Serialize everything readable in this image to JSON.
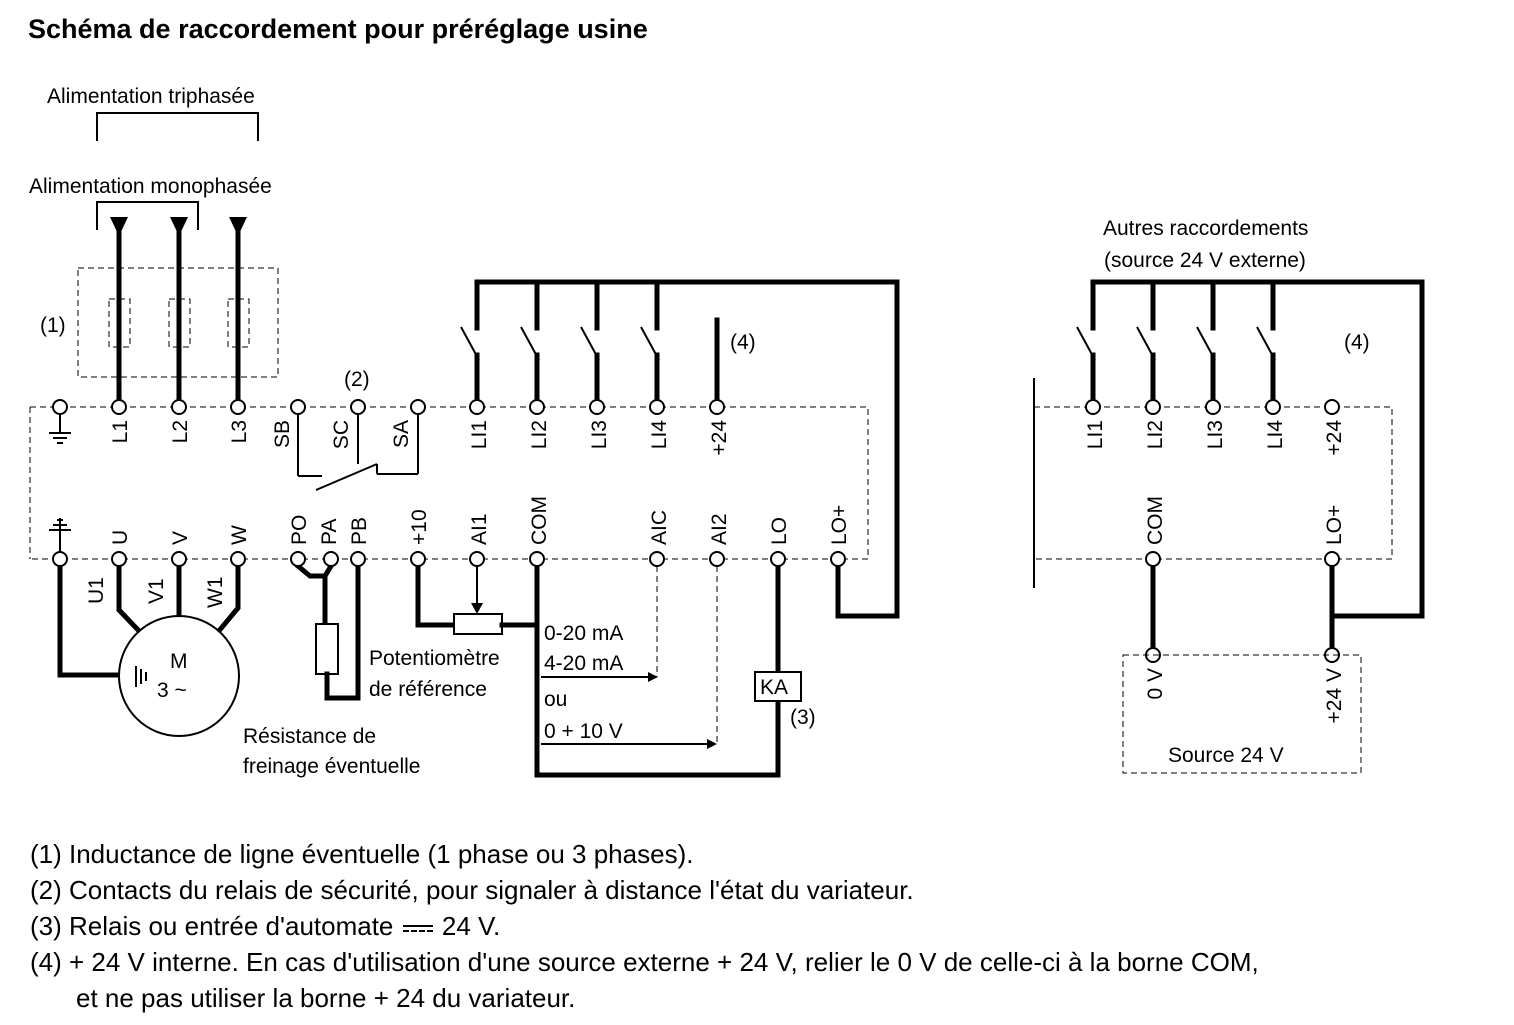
{
  "title": "Schéma de raccordement pour préréglage usine",
  "labels": {
    "three_phase": "Alimentation triphasée",
    "single_phase": "Alimentation monophasée",
    "other_connections_1": "Autres raccordements",
    "other_connections_2": "(source 24 V externe)",
    "note1_marker": "(1)",
    "note2_marker": "(2)",
    "note3_marker": "(3)",
    "note4_marker": "(4)",
    "motor_m": "M",
    "motor_phase": "3 ~",
    "potentiometer_1": "Potentiomètre",
    "potentiometer_2": "de référence",
    "brake_resistor_1": "Résistance de",
    "brake_resistor_2": "freinage éventuelle",
    "range_0_20": "0-20 mA",
    "range_4_20": "4-20 mA",
    "or": "ou",
    "range_0_10v": "0 + 10 V",
    "relay": "KA",
    "source_24v": "Source 24 V",
    "source_0v": "0 V",
    "source_plus24v": "+24 V"
  },
  "terminals": {
    "top_row": [
      "L1",
      "L2",
      "L3",
      "SB",
      "SC",
      "SA",
      "LI1",
      "LI2",
      "LI3",
      "LI4",
      "+24"
    ],
    "bottom_row": [
      "U",
      "V",
      "W",
      "PO",
      "PA",
      "PB",
      "+10",
      "AI1",
      "COM",
      "AIC",
      "AI2",
      "LO",
      "LO+"
    ],
    "motor_windings": [
      "U1",
      "V1",
      "W1"
    ],
    "ext_top_row": [
      "LI1",
      "LI2",
      "LI3",
      "LI4",
      "+24"
    ],
    "ext_bottom_row": [
      "COM",
      "LO+"
    ]
  },
  "notes": {
    "n1": "(1) Inductance de ligne éventuelle (1 phase ou 3 phases).",
    "n2": "(2) Contacts du relais de sécurité, pour signaler à distance l'état du variateur.",
    "n3_before": "(3) Relais ou entrée d'automate",
    "n3_after": "24 V.",
    "n4_line1": "(4) + 24 V interne. En cas d'utilisation d'une source externe + 24 V, relier le 0 V de celle-ci à la borne COM,",
    "n4_line2": "et ne pas utiliser la borne + 24 du variateur."
  }
}
